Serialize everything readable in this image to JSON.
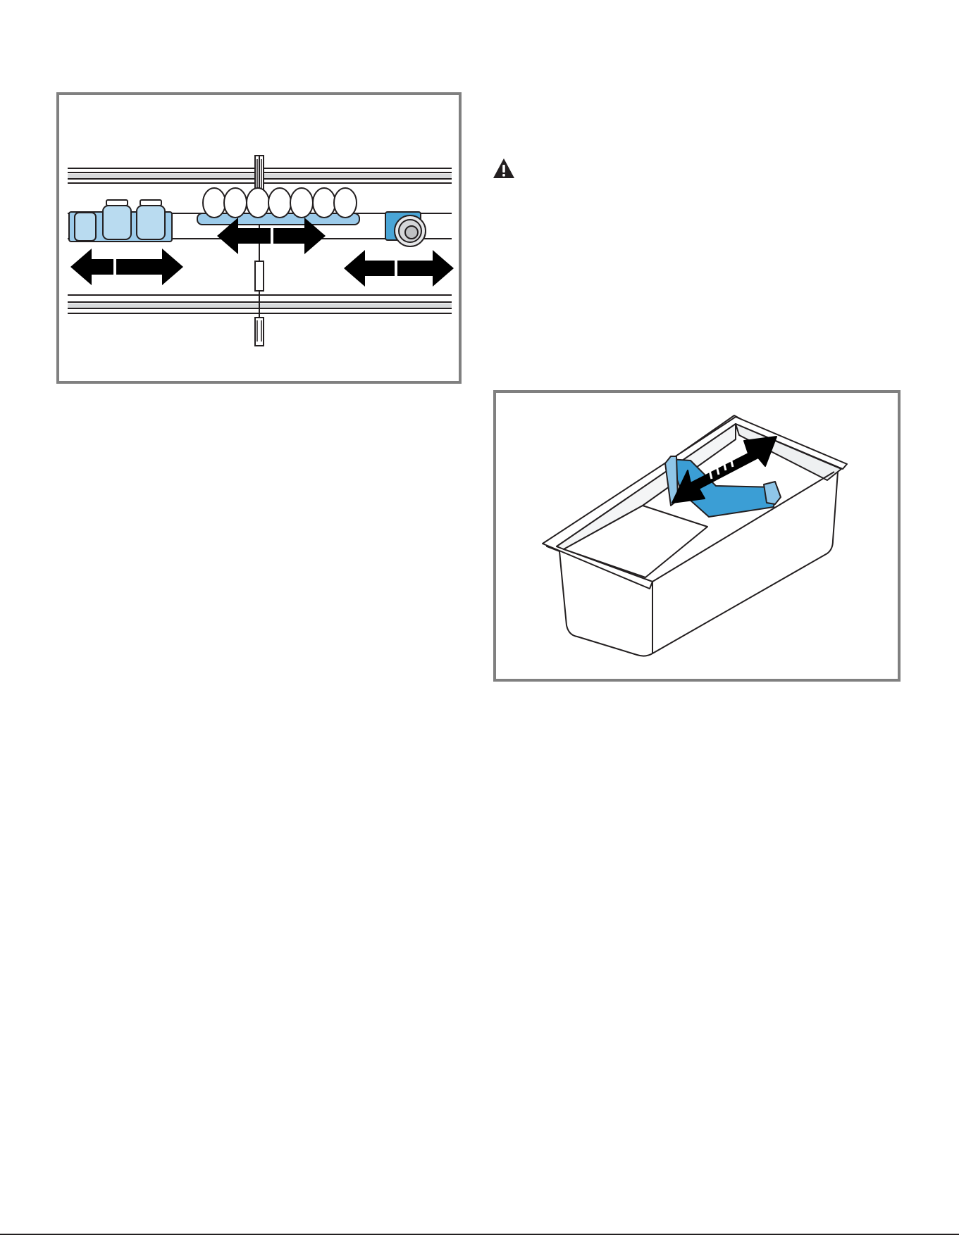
{
  "page": {
    "figures": [
      {
        "name": "door-shelf-accessories-figure",
        "icon": "door-shelf-adjust-illustration"
      },
      {
        "name": "drawer-divider-figure",
        "icon": "drawer-divider-slide-illustration"
      }
    ],
    "warning_icon": "warning-triangle-icon",
    "colors": {
      "accent_blue": "#4aa5d6",
      "blue_fill": "#9ccbea",
      "frame_gray": "#808080",
      "ink": "#231f20"
    }
  }
}
